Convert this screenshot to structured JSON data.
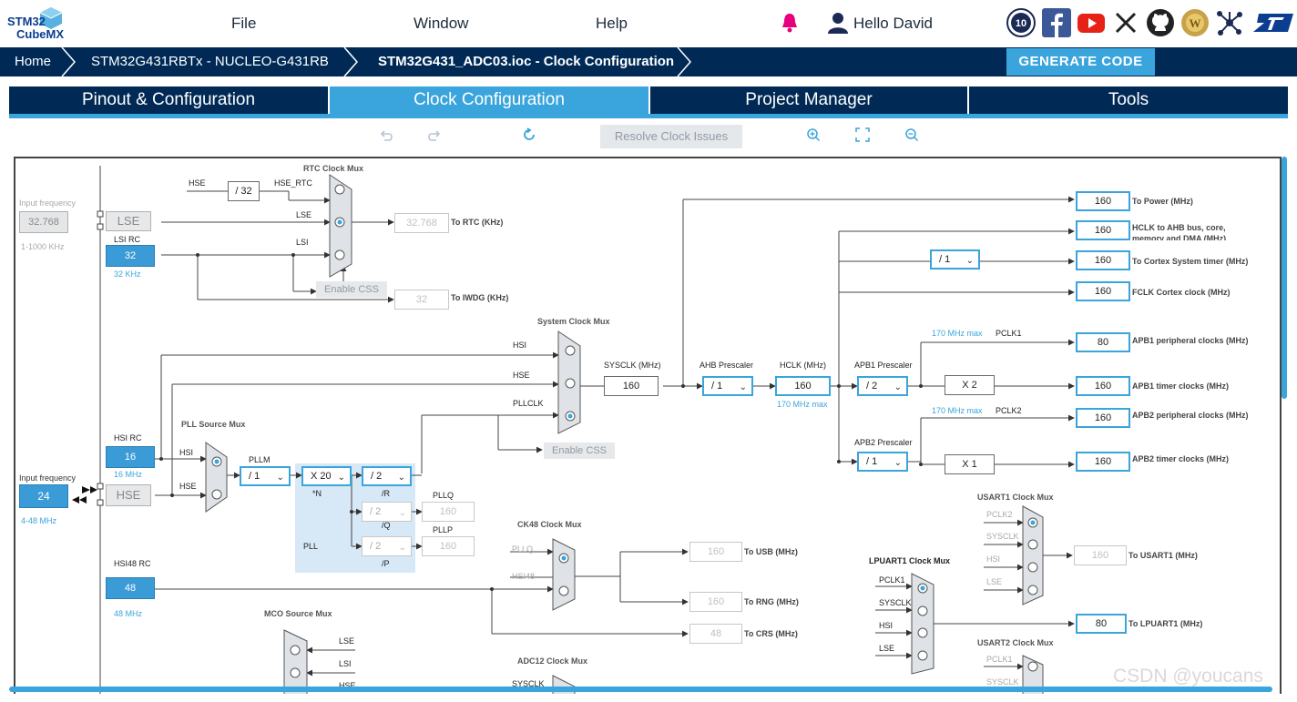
{
  "app": {
    "logo_top": "STM32",
    "logo_bottom": "CubeMX"
  },
  "menu": [
    "File",
    "Window",
    "Help"
  ],
  "user": {
    "greeting": "Hello David"
  },
  "social": [
    {
      "icon": "anniversary-10-icon"
    },
    {
      "icon": "facebook-icon",
      "color": "#3b5998"
    },
    {
      "icon": "youtube-icon",
      "color": "#e62117"
    },
    {
      "icon": "x-twitter-icon"
    },
    {
      "icon": "github-icon"
    },
    {
      "icon": "wiki-icon"
    },
    {
      "icon": "network-icon"
    },
    {
      "icon": "st-logo-icon",
      "color": "#0b3d91"
    }
  ],
  "breadcrumb": [
    "Home",
    "STM32G431RBTx  -  NUCLEO-G431RB",
    "STM32G431_ADC03.ioc - Clock Configuration"
  ],
  "generate_label": "GENERATE CODE",
  "tabs": [
    "Pinout & Configuration",
    "Clock Configuration",
    "Project Manager",
    "Tools"
  ],
  "toolbar": {
    "resolve": "Resolve Clock Issues"
  },
  "colors": {
    "accent": "#3aa4dc",
    "navy": "#002a55"
  },
  "clock": {
    "lse_input": {
      "label": "Input frequency",
      "value": "32.768",
      "range": "1-1000 KHz"
    },
    "hse_input": {
      "label": "Input frequency",
      "value": "24",
      "range": "4-48 MHz"
    },
    "lse": "LSE",
    "lsi_rc": {
      "label": "LSI RC",
      "value": "32",
      "unit": "32 KHz"
    },
    "hsi_rc": {
      "label": "HSI RC",
      "value": "16",
      "unit": "16 MHz"
    },
    "hse": "HSE",
    "hsi48_rc": {
      "label": "HSI48 RC",
      "value": "48",
      "unit": "48 MHz"
    },
    "rtc_mux": {
      "title": "RTC Clock Mux",
      "hse": "HSE",
      "div": "/ 32",
      "hse_rtc": "HSE_RTC",
      "lse": "LSE",
      "lsi": "LSI",
      "enable_css": "Enable CSS",
      "out": "32.768",
      "out_label": "To RTC (KHz)",
      "iwdg": "32",
      "iwdg_label": "To IWDG (KHz)"
    },
    "pll": {
      "src_title": "PLL Source Mux",
      "hsi": "HSI",
      "hse": "HSE",
      "pllm_label": "PLLM",
      "pllm": "/ 1",
      "n_mul": "X 20",
      "n_label": "*N",
      "r_div": "/ 2",
      "r_label": "/R",
      "q_div": "/ 2",
      "q_label": "/Q",
      "p_div": "/ 2",
      "p_label": "/P",
      "pllq_label": "PLLQ",
      "pllq": "160",
      "pllp_label": "PLLP",
      "pllp": "160",
      "pll_label": "PLL"
    },
    "sys_mux": {
      "title": "System Clock Mux",
      "hsi": "HSI",
      "hse": "HSE",
      "pllclk": "PLLCLK",
      "enable_css": "Enable CSS"
    },
    "sysclk": {
      "label": "SYSCLK (MHz)",
      "value": "160"
    },
    "ahb": {
      "label": "AHB Prescaler",
      "value": "/ 1"
    },
    "hclk": {
      "label": "HCLK (MHz)",
      "value": "160",
      "max": "170 MHz max"
    },
    "apb1": {
      "label": "APB1 Prescaler",
      "value": "/ 2",
      "max": "170 MHz max",
      "pclk": "PCLK1",
      "mul": "X 2"
    },
    "apb2": {
      "label": "APB2 Prescaler",
      "value": "/ 1",
      "max": "170 MHz max",
      "pclk": "PCLK2",
      "mul": "X 1"
    },
    "cortex_div": "/ 1",
    "outputs": [
      {
        "value": "160",
        "label": "To Power (MHz)"
      },
      {
        "value": "160",
        "label": "HCLK to AHB bus, core, memory and DMA (MHz)"
      },
      {
        "value": "160",
        "label": "To Cortex System timer (MHz)"
      },
      {
        "value": "160",
        "label": "FCLK Cortex clock (MHz)"
      },
      {
        "value": "80",
        "label": "APB1 peripheral clocks (MHz)"
      },
      {
        "value": "160",
        "label": "APB1 timer clocks (MHz)"
      },
      {
        "value": "160",
        "label": "APB2 peripheral clocks (MHz)"
      },
      {
        "value": "160",
        "label": "APB2 timer clocks (MHz)"
      }
    ],
    "ck48": {
      "title": "CK48 Clock Mux",
      "pllq": "PLLQ",
      "hsi48": "HSI48",
      "usb": "160",
      "usb_label": "To USB (MHz)",
      "rng": "160",
      "rng_label": "To RNG (MHz)",
      "crs": "48",
      "crs_label": "To CRS (MHz)"
    },
    "mco": {
      "title": "MCO Source Mux",
      "lse": "LSE",
      "lsi": "LSI",
      "hse": "HSE"
    },
    "adc12": {
      "title": "ADC12 Clock Mux",
      "sysclk": "SYSCLK"
    },
    "lpuart1": {
      "title": "LPUART1 Clock Mux",
      "pclk1": "PCLK1",
      "sysclk": "SYSCLK",
      "hsi": "HSI",
      "lse": "LSE",
      "out": "80",
      "out_label": "To LPUART1 (MHz)"
    },
    "usart1": {
      "title": "USART1 Clock Mux",
      "pclk2": "PCLK2",
      "sysclk": "SYSCLK",
      "hsi": "HSI",
      "lse": "LSE",
      "out": "160",
      "out_label": "To USART1 (MHz)"
    },
    "usart2": {
      "title": "USART2 Clock Mux",
      "pclk1": "PCLK1",
      "sysclk": "SYSCLK"
    }
  },
  "watermark": "CSDN @youcans"
}
